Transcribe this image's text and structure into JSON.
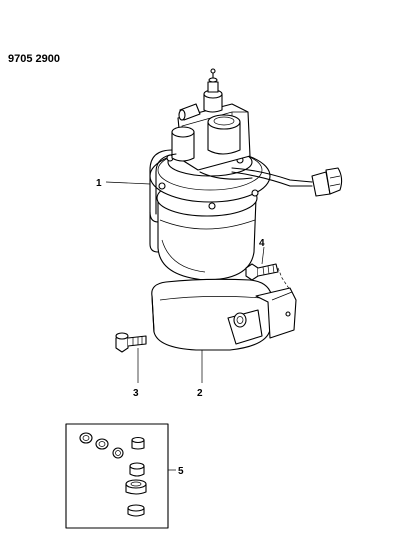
{
  "header": {
    "part_number": "9705 2900"
  },
  "callouts": [
    {
      "id": "1",
      "label": "1"
    },
    {
      "id": "2",
      "label": "2"
    },
    {
      "id": "3",
      "label": "3"
    },
    {
      "id": "4",
      "label": "4"
    },
    {
      "id": "5",
      "label": "5"
    }
  ]
}
